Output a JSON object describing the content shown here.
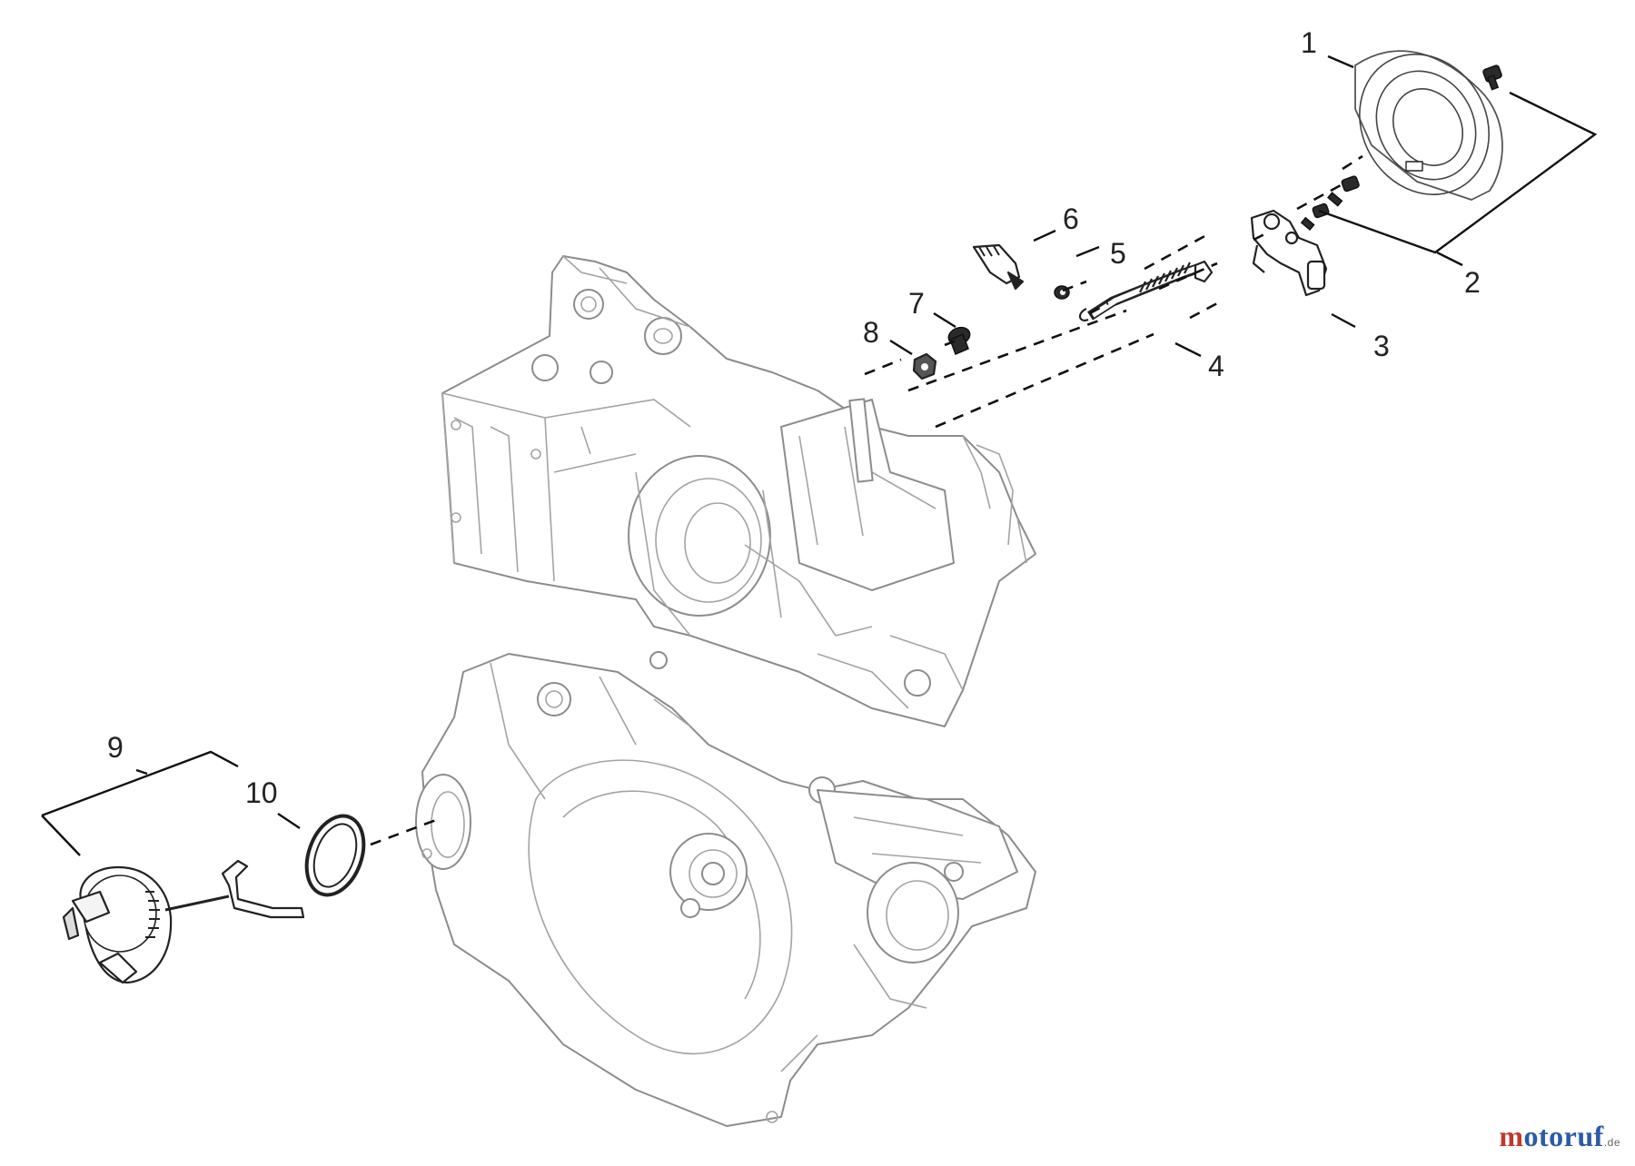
{
  "callouts": {
    "c1": "1",
    "c2": "2",
    "c3": "3",
    "c4": "4",
    "c5": "5",
    "c6": "6",
    "c7": "7",
    "c8": "8",
    "c9": "9",
    "c10": "10"
  },
  "watermark": {
    "brand_first": "m",
    "brand_rest": "otoruf",
    "tld": ".de"
  }
}
